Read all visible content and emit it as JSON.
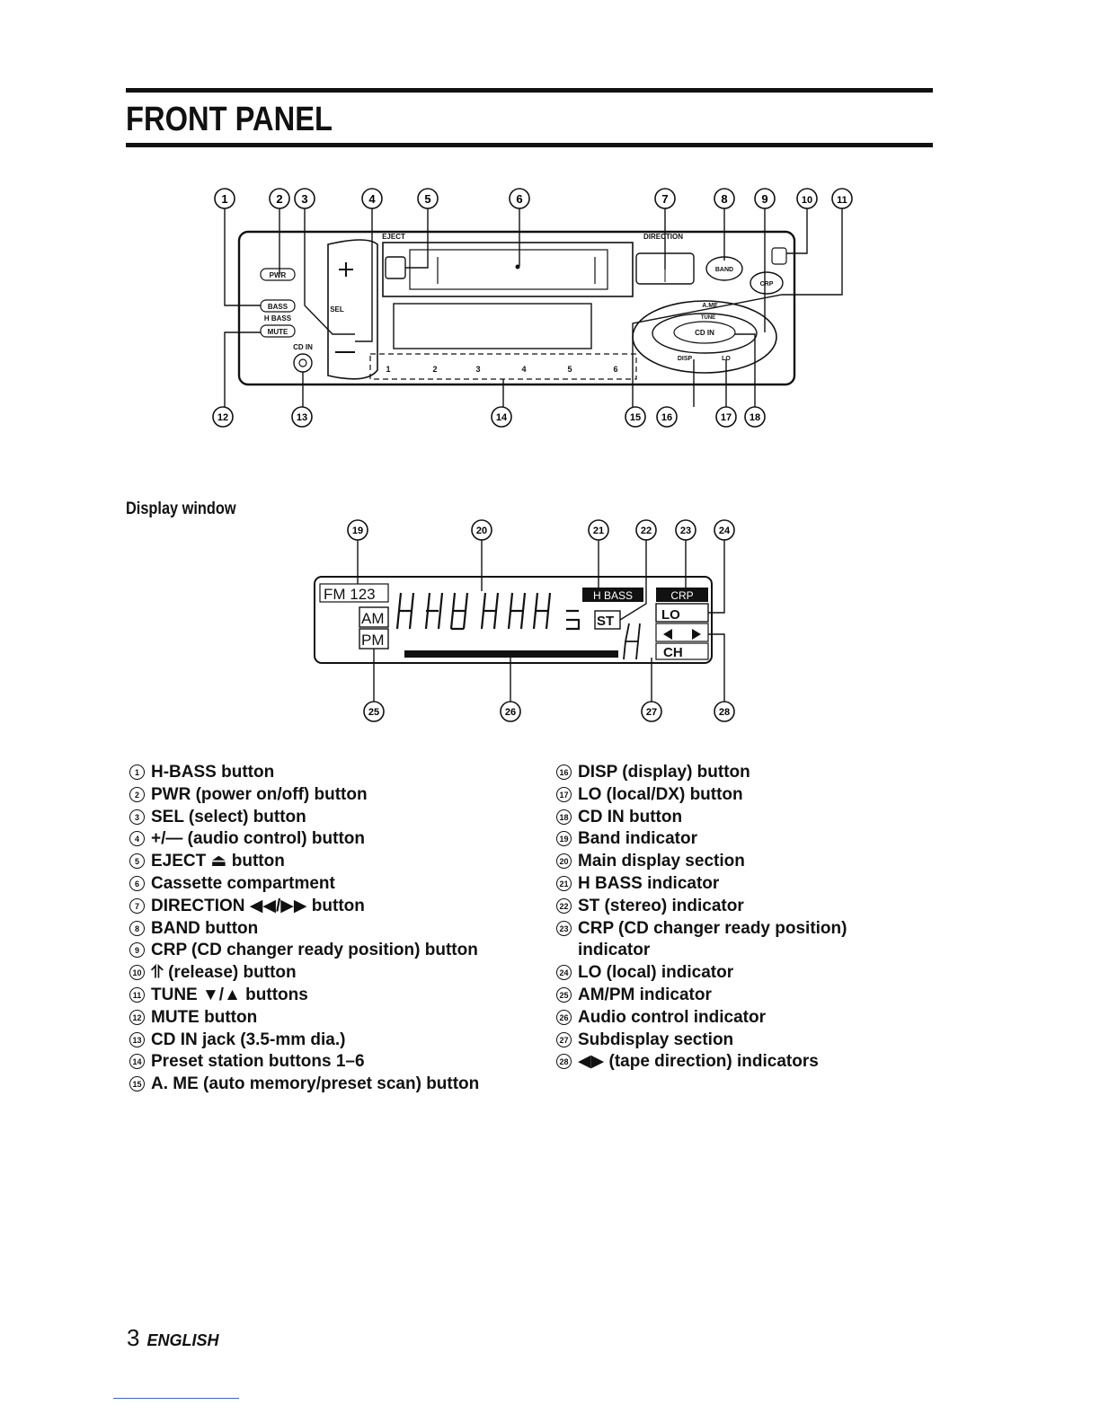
{
  "title": "FRONT PANEL",
  "display_caption": "Display window",
  "front_panel": {
    "callouts_top": [
      "1",
      "2",
      "3",
      "4",
      "5",
      "6",
      "7",
      "8",
      "9",
      "10",
      "11"
    ],
    "callouts_bottom": [
      "12",
      "13",
      "14",
      "15",
      "16",
      "17",
      "18"
    ],
    "labels": {
      "eject": "EJECT",
      "direction": "DIRECTION",
      "pwr": "PWR",
      "bass": "BASS",
      "h_bass": "H BASS",
      "mute": "MUTE",
      "cd_in": "CD IN",
      "sel": "SEL",
      "band": "BAND",
      "crp": "CRP",
      "a_me": "A.ME",
      "tune": "TUNE",
      "cd_in_btn": "CD IN",
      "disp": "DISP",
      "lo": "LO",
      "presets": [
        "1",
        "2",
        "3",
        "4",
        "5",
        "6"
      ]
    }
  },
  "display_window": {
    "callouts_top": [
      "19",
      "20",
      "21",
      "22",
      "23",
      "24"
    ],
    "callouts_bottom": [
      "25",
      "26",
      "27",
      "28"
    ],
    "labels": {
      "fm": "FM 123",
      "am": "AM",
      "pm": "PM",
      "h_bass": "H BASS",
      "crp": "CRP",
      "st": "ST",
      "lo": "LO",
      "ch": "CH"
    }
  },
  "legend_left": [
    {
      "num": "1",
      "text": "H-BASS button"
    },
    {
      "num": "2",
      "text": "PWR (power on/off) button"
    },
    {
      "num": "3",
      "text": "SEL (select) button"
    },
    {
      "num": "4",
      "text": "+/— (audio control) button"
    },
    {
      "num": "5",
      "text": "EJECT ⏏ button"
    },
    {
      "num": "6",
      "text": "Cassette compartment"
    },
    {
      "num": "7",
      "text": "DIRECTION ◀◀/▶▶ button"
    },
    {
      "num": "8",
      "text": "BAND button"
    },
    {
      "num": "9",
      "text": "CRP (CD changer ready position) button"
    },
    {
      "num": "10",
      "text": "⥣ (release) button"
    },
    {
      "num": "11",
      "text": "TUNE ▼/▲ buttons"
    },
    {
      "num": "12",
      "text": "MUTE button"
    },
    {
      "num": "13",
      "text": "CD IN jack (3.5-mm dia.)"
    },
    {
      "num": "14",
      "text": "Preset station buttons 1–6"
    },
    {
      "num": "15",
      "text": "A. ME (auto memory/preset scan) button"
    }
  ],
  "legend_right": [
    {
      "num": "16",
      "text": "DISP (display) button"
    },
    {
      "num": "17",
      "text": "LO (local/DX) button"
    },
    {
      "num": "18",
      "text": "CD IN button"
    },
    {
      "num": "19",
      "text": "Band indicator"
    },
    {
      "num": "20",
      "text": "Main display section"
    },
    {
      "num": "21",
      "text": "H BASS indicator"
    },
    {
      "num": "22",
      "text": "ST (stereo) indicator"
    },
    {
      "num": "23",
      "text": "CRP (CD changer ready position)"
    },
    {
      "num": "",
      "text": "indicator"
    },
    {
      "num": "24",
      "text": "LO (local) indicator"
    },
    {
      "num": "25",
      "text": "AM/PM indicator"
    },
    {
      "num": "26",
      "text": "Audio control indicator"
    },
    {
      "num": "27",
      "text": "Subdisplay section"
    },
    {
      "num": "28",
      "text": "◀▶ (tape direction) indicators"
    }
  ],
  "footer": {
    "page": "3",
    "language": "ENGLISH"
  }
}
